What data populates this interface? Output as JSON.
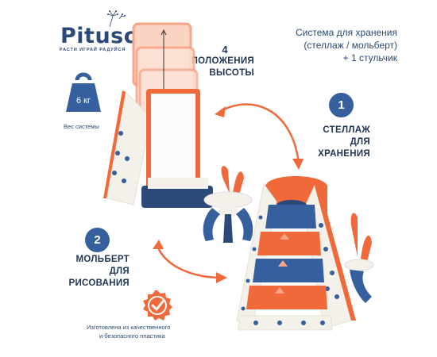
{
  "brand": {
    "name": "Pituso",
    "tagline": "РАСТИ ИГРАЙ РАДУЙСЯ"
  },
  "product_title": {
    "line1": "Система для хранения",
    "line2": "(стеллаж / мольберт)",
    "line3": "+ 1 стульчик"
  },
  "height_positions": {
    "number": "4",
    "line1": "ПОЛОЖЕНИЯ",
    "line2": "ВЫСОТЫ"
  },
  "weight": {
    "value": "6 кг",
    "caption": "Вес системы"
  },
  "feature_storage": {
    "number": "1",
    "line1": "СТЕЛЛАЖ",
    "line2": "ДЛЯ",
    "line3": "ХРАНЕНИЯ"
  },
  "feature_easel": {
    "number": "2",
    "line1": "МОЛЬБЕРТ",
    "line2": "ДЛЯ",
    "line3": "РИСОВАНИЯ"
  },
  "quality_badge": {
    "line1": "Изготовлена из качественного",
    "line2": "и безопасного пластика"
  },
  "colors": {
    "navy": "#2b4a7a",
    "blue": "#365f9e",
    "orange": "#f0693a",
    "light_orange": "#f7a487",
    "cream": "#f4f1ea",
    "dark_text": "#1f3553"
  }
}
